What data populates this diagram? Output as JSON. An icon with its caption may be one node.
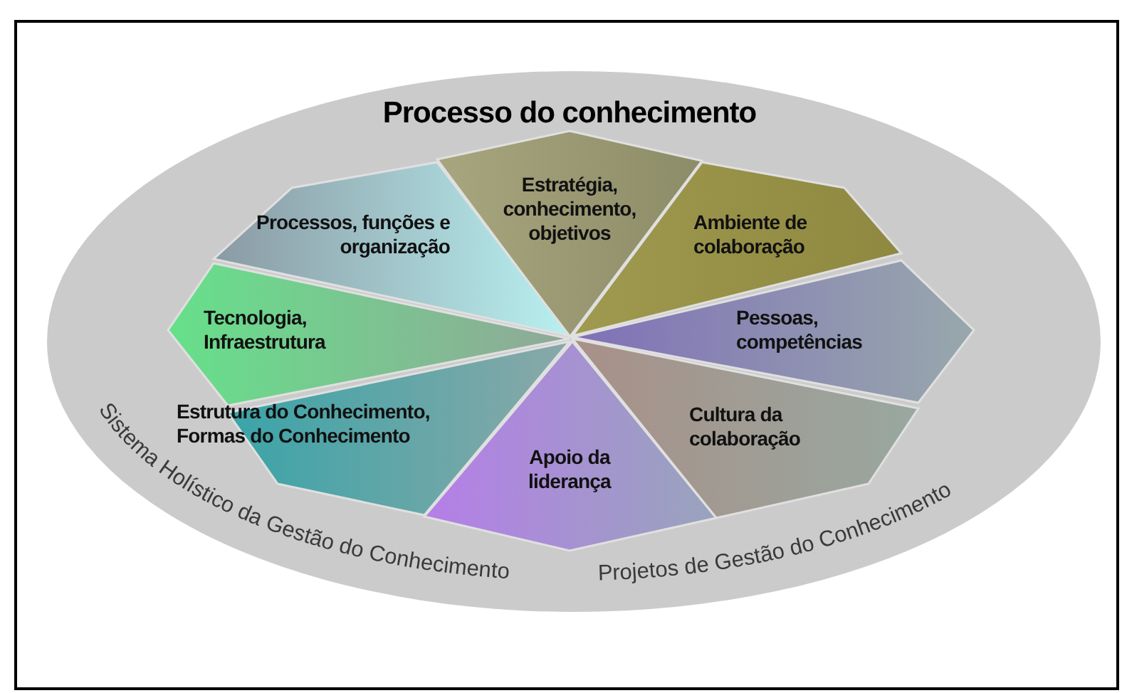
{
  "diagram": {
    "nodes": [
      {
        "text": [
          "Processo do conhecimento"
        ]
      },
      {
        "text": [
          "Estratégia, conhecimento, objetivos"
        ],
        "in": 0
      },
      {
        "text": [
          "Processos, funções e organização"
        ],
        "in": 0
      },
      {
        "text": [
          "Ambiente de colaboração"
        ],
        "in": 0
      },
      {
        "text": [
          "Tecnologia, Infraestrutura"
        ],
        "in": 0
      },
      {
        "text": [
          "Pessoas, competências"
        ],
        "in": 0
      },
      {
        "text": [
          "Estrutura do Conhecimento, Formas do Conhecimento"
        ],
        "in": 0
      },
      {
        "text": [
          "Cultura da colaboração"
        ],
        "in": 0
      },
      {
        "text": [
          "Apoio da liderança"
        ],
        "in": 0
      }
    ],
    "labels": [
      "Sistema Holístico da Gestão do Conhecimento",
      "Projetos de Gestão do Conhecimento"
    ]
  }
}
